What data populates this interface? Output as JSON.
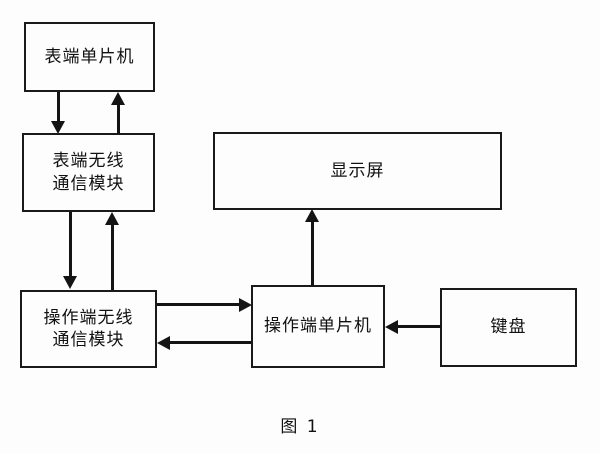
{
  "figure": {
    "caption": "图 1",
    "blocks": [
      {
        "id": "meter-mcu",
        "label": "表端单片机"
      },
      {
        "id": "meter-wireless",
        "label": "表端无线\n通信模块"
      },
      {
        "id": "op-wireless",
        "label": "操作端无线\n通信模块"
      },
      {
        "id": "display",
        "label": "显示屏"
      },
      {
        "id": "op-mcu",
        "label": "操作端单片机"
      },
      {
        "id": "keyboard",
        "label": "键盘"
      }
    ],
    "connections": [
      {
        "from": "meter-mcu",
        "to": "meter-wireless",
        "direction": "down"
      },
      {
        "from": "meter-wireless",
        "to": "meter-mcu",
        "direction": "up"
      },
      {
        "from": "meter-wireless",
        "to": "op-wireless",
        "direction": "down"
      },
      {
        "from": "op-wireless",
        "to": "meter-wireless",
        "direction": "up"
      },
      {
        "from": "op-wireless",
        "to": "op-mcu",
        "direction": "right"
      },
      {
        "from": "op-mcu",
        "to": "op-wireless",
        "direction": "left"
      },
      {
        "from": "op-mcu",
        "to": "display",
        "direction": "up"
      },
      {
        "from": "keyboard",
        "to": "op-mcu",
        "direction": "left"
      }
    ],
    "colors": {
      "line": "#141414",
      "box_fill": "#fdfdfd",
      "text": "#111111",
      "background": "#ffffff"
    }
  }
}
